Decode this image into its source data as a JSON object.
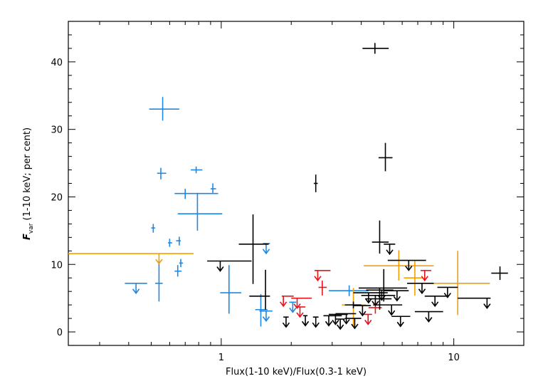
{
  "chart_data": {
    "type": "scatter",
    "title": "",
    "xlabel": "Flux(1-10 keV)/Flux(0.3-1 keV)",
    "ylabel_main": "F",
    "ylabel_sub": "var",
    "ylabel_rest": " (1-10 keV; per cent)",
    "x_scale": "log",
    "xlim": [
      0.22,
      20
    ],
    "ylim": [
      -2,
      46
    ],
    "x_ticks": [
      {
        "value": 1,
        "label": "1"
      },
      {
        "value": 10,
        "label": "10"
      }
    ],
    "y_ticks": [
      {
        "value": 0,
        "label": "0"
      },
      {
        "value": 10,
        "label": "10"
      },
      {
        "value": 20,
        "label": "20"
      },
      {
        "value": 30,
        "label": "30"
      },
      {
        "value": 40,
        "label": "40"
      }
    ],
    "grid": false,
    "colors": {
      "black": "#000000",
      "blue": "#1e88e5",
      "red": "#e8141c",
      "orange": "#f5a000"
    },
    "series": [
      {
        "color_key": "blue",
        "points": [
          {
            "x": 0.56,
            "y": 33.0,
            "xl": 0.49,
            "xh": 0.66,
            "yl": 31.3,
            "yh": 34.8
          },
          {
            "x": 0.55,
            "y": 23.5,
            "xl": 0.53,
            "xh": 0.58,
            "yl": 22.6,
            "yh": 24.3
          },
          {
            "x": 0.51,
            "y": 15.4,
            "xl": 0.5,
            "xh": 0.52,
            "yl": 14.7,
            "yh": 16.0
          },
          {
            "x": 0.6,
            "y": 13.2,
            "xl": 0.59,
            "xh": 0.615,
            "yl": 12.6,
            "yh": 13.8
          },
          {
            "x": 0.66,
            "y": 13.5,
            "xl": 0.64,
            "xh": 0.67,
            "yl": 12.8,
            "yh": 14.1
          },
          {
            "x": 0.67,
            "y": 10.2,
            "xl": 0.66,
            "xh": 0.685,
            "yl": 9.6,
            "yh": 10.8
          },
          {
            "x": 0.65,
            "y": 9.0,
            "xl": 0.63,
            "xh": 0.675,
            "yl": 8.2,
            "yh": 9.9
          },
          {
            "x": 0.54,
            "y": 7.2,
            "xl": 0.52,
            "xh": 0.56,
            "yl": 4.5,
            "yh": 10.6
          },
          {
            "x": 0.7,
            "y": 20.5,
            "xl": 0.63,
            "xh": 0.97,
            "yl": 19.7,
            "yh": 21.2
          },
          {
            "x": 0.78,
            "y": 24.0,
            "xl": 0.74,
            "xh": 0.83,
            "yl": 23.5,
            "yh": 24.5
          },
          {
            "x": 0.79,
            "y": 17.5,
            "xl": 0.65,
            "xh": 1.01,
            "yl": 15.0,
            "yh": 20.6
          },
          {
            "x": 0.92,
            "y": 21.2,
            "xl": 0.9,
            "xh": 0.95,
            "yl": 20.6,
            "yh": 22.0
          },
          {
            "x": 1.08,
            "y": 5.8,
            "xl": 0.99,
            "xh": 1.22,
            "yl": 2.7,
            "yh": 9.9
          },
          {
            "x": 1.48,
            "y": 3.3,
            "xl": 1.4,
            "xh": 1.58,
            "yl": 0.8,
            "yh": 5.6
          },
          {
            "x": 3.55,
            "y": 6.1,
            "xl": 2.9,
            "xh": 4.3,
            "yl": 5.3,
            "yh": 6.9
          }
        ],
        "upper_limits": [
          {
            "x": 0.43,
            "y": 7.2,
            "xl": 0.385,
            "xh": 0.48
          },
          {
            "x": 1.56,
            "y": 13.1,
            "xl": 1.51,
            "xh": 1.62
          },
          {
            "x": 1.56,
            "y": 3.1,
            "xl": 1.46,
            "xh": 1.66
          },
          {
            "x": 2.03,
            "y": 4.4,
            "xl": 1.96,
            "xh": 2.1
          }
        ]
      },
      {
        "color_key": "orange",
        "points": [
          {
            "x": 5.8,
            "y": 9.8,
            "xl": 4.1,
            "xh": 8.2,
            "yl": 7.6,
            "yh": 12.1
          },
          {
            "x": 10.4,
            "y": 7.2,
            "xl": 7.4,
            "xh": 14.3,
            "yl": 2.5,
            "yh": 12.0
          },
          {
            "x": 6.8,
            "y": 8.0,
            "xl": 6.1,
            "xh": 7.4,
            "yl": 5.4,
            "yh": 10.5
          },
          {
            "x": 3.7,
            "y": 4.0,
            "xl": 3.3,
            "xh": 4.2,
            "yl": 0.8,
            "yh": 6.5
          }
        ],
        "upper_limits": [
          {
            "x": 0.54,
            "y": 11.6,
            "xl": 0.22,
            "xh": 0.76
          }
        ]
      },
      {
        "color_key": "red",
        "points": [
          {
            "x": 2.72,
            "y": 6.6,
            "xl": 2.62,
            "xh": 2.84,
            "yl": 5.4,
            "yh": 7.6
          },
          {
            "x": 4.6,
            "y": 3.6,
            "xl": 4.3,
            "xh": 4.9,
            "yl": 2.7,
            "yh": 4.6
          }
        ],
        "upper_limits": [
          {
            "x": 1.85,
            "y": 5.3,
            "xl": 1.82,
            "xh": 2.05
          },
          {
            "x": 2.12,
            "y": 5.0,
            "xl": 2.0,
            "xh": 2.45
          },
          {
            "x": 2.18,
            "y": 3.7,
            "xl": 2.1,
            "xh": 2.3
          },
          {
            "x": 2.6,
            "y": 9.1,
            "xl": 2.52,
            "xh": 2.95
          },
          {
            "x": 4.28,
            "y": 2.6,
            "xl": 4.1,
            "xh": 4.45
          },
          {
            "x": 7.5,
            "y": 9.1,
            "xl": 7.2,
            "xh": 8.0
          }
        ]
      },
      {
        "color_key": "black",
        "points": [
          {
            "x": 4.58,
            "y": 42.0,
            "xl": 4.05,
            "xh": 5.25,
            "yl": 41.2,
            "yh": 42.8
          },
          {
            "x": 5.08,
            "y": 25.8,
            "xl": 4.75,
            "xh": 5.45,
            "yl": 23.8,
            "yh": 28.0
          },
          {
            "x": 2.55,
            "y": 22.0,
            "xl": 2.5,
            "xh": 2.6,
            "yl": 20.7,
            "yh": 23.3
          },
          {
            "x": 1.37,
            "y": 13.0,
            "xl": 1.19,
            "xh": 1.6,
            "yl": 7.1,
            "yh": 17.4
          },
          {
            "x": 4.8,
            "y": 13.3,
            "xl": 4.45,
            "xh": 5.25,
            "yl": 11.6,
            "yh": 16.5
          },
          {
            "x": 1.55,
            "y": 5.3,
            "xl": 1.32,
            "xh": 1.62,
            "yl": 3.3,
            "yh": 9.2
          },
          {
            "x": 5.0,
            "y": 6.5,
            "xl": 3.9,
            "xh": 6.3,
            "yl": 4.5,
            "yh": 9.3
          },
          {
            "x": 4.8,
            "y": 4.9,
            "xl": 4.2,
            "xh": 5.4,
            "yl": 3.3,
            "yh": 6.5
          },
          {
            "x": 15.8,
            "y": 8.7,
            "xl": 14.5,
            "xh": 17.1,
            "yl": 7.7,
            "yh": 9.7
          },
          {
            "x": 3.7,
            "y": 4.0,
            "xl": 3.4,
            "xh": 4.0,
            "yl": 3.5,
            "yh": 4.5
          }
        ],
        "upper_limits": [
          {
            "x": 0.99,
            "y": 10.5,
            "xl": 0.87,
            "xh": 1.35
          },
          {
            "x": 1.9,
            "y": 2.2,
            "xl": 1.85,
            "xh": 1.95
          },
          {
            "x": 2.3,
            "y": 2.4,
            "xl": 2.25,
            "xh": 2.35
          },
          {
            "x": 2.55,
            "y": 2.2,
            "xl": 2.48,
            "xh": 2.62
          },
          {
            "x": 2.9,
            "y": 2.4,
            "xl": 2.75,
            "xh": 3.3
          },
          {
            "x": 3.1,
            "y": 2.6,
            "xl": 2.9,
            "xh": 3.5
          },
          {
            "x": 3.45,
            "y": 2.7,
            "xl": 3.1,
            "xh": 3.8
          },
          {
            "x": 3.75,
            "y": 2.0,
            "xl": 3.4,
            "xh": 4.0
          },
          {
            "x": 3.25,
            "y": 1.9,
            "xl": 3.1,
            "xh": 3.4
          },
          {
            "x": 4.3,
            "y": 5.8,
            "xl": 3.7,
            "xh": 5.2
          },
          {
            "x": 4.6,
            "y": 5.4,
            "xl": 4.0,
            "xh": 5.6
          },
          {
            "x": 4.9,
            "y": 6.2,
            "xl": 4.2,
            "xh": 5.5
          },
          {
            "x": 5.3,
            "y": 13.0,
            "xl": 5.0,
            "xh": 5.6
          },
          {
            "x": 5.4,
            "y": 4.0,
            "xl": 4.5,
            "xh": 6.0
          },
          {
            "x": 5.9,
            "y": 2.3,
            "xl": 5.4,
            "xh": 6.5
          },
          {
            "x": 6.4,
            "y": 10.6,
            "xl": 5.2,
            "xh": 7.6
          },
          {
            "x": 7.3,
            "y": 7.2,
            "xl": 6.3,
            "xh": 8.2
          },
          {
            "x": 7.8,
            "y": 3.0,
            "xl": 6.8,
            "xh": 9.0
          },
          {
            "x": 8.3,
            "y": 5.3,
            "xl": 7.5,
            "xh": 9.3
          },
          {
            "x": 9.4,
            "y": 6.6,
            "xl": 8.5,
            "xh": 10.4
          },
          {
            "x": 13.9,
            "y": 5.0,
            "xl": 10.4,
            "xh": 14.4
          },
          {
            "x": 5.7,
            "y": 6.1,
            "xl": 5.0,
            "xh": 6.4
          },
          {
            "x": 4.05,
            "y": 3.9,
            "xl": 3.7,
            "xh": 4.4
          }
        ]
      }
    ]
  }
}
